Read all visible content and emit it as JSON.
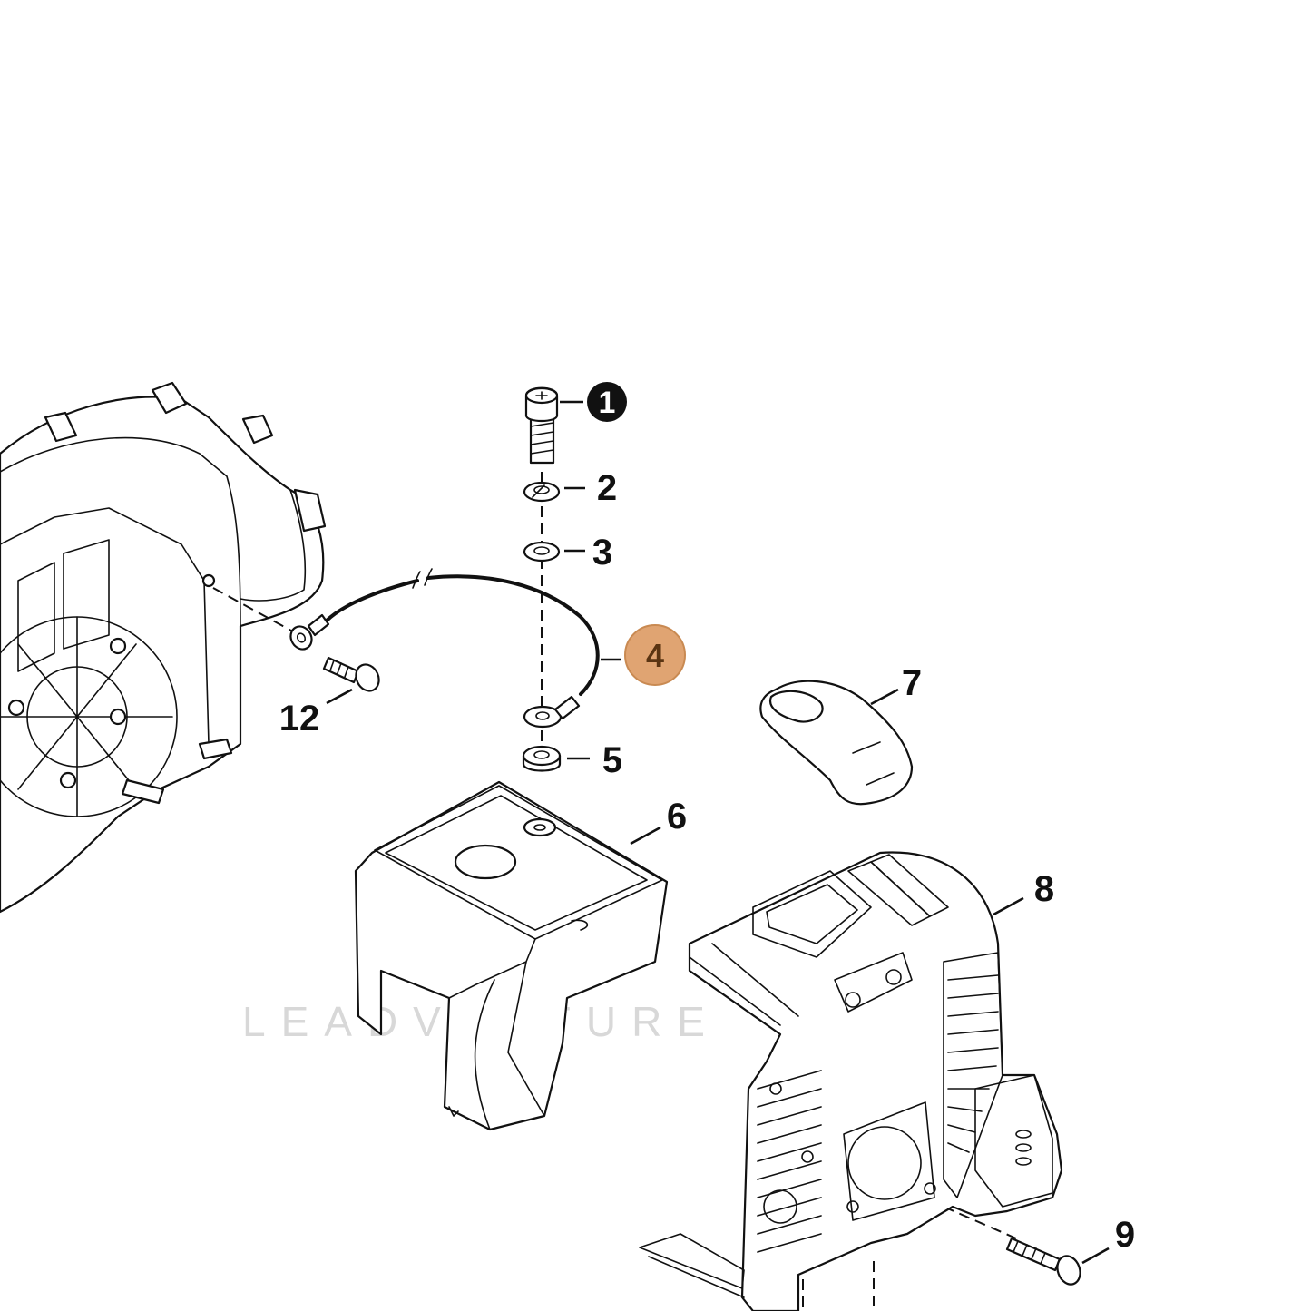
{
  "watermark": "LEADVENTURE",
  "highlight_color": "#e0a472",
  "callouts": {
    "c1": "1",
    "c2": "2",
    "c3": "3",
    "c4": "4",
    "c5": "5",
    "c6": "6",
    "c7": "7",
    "c8": "8",
    "c9": "9",
    "c12": "12"
  },
  "parts": [
    {
      "number": "1",
      "kind": "screw",
      "badge": "filled-black"
    },
    {
      "number": "2",
      "kind": "spring-washer"
    },
    {
      "number": "3",
      "kind": "washer"
    },
    {
      "number": "4",
      "kind": "ground-wire",
      "badge": "highlighted"
    },
    {
      "number": "5",
      "kind": "spacer-washer"
    },
    {
      "number": "6",
      "kind": "cover"
    },
    {
      "number": "7",
      "kind": "cap"
    },
    {
      "number": "8",
      "kind": "engine-housing"
    },
    {
      "number": "9",
      "kind": "screw"
    },
    {
      "number": "12",
      "kind": "screw"
    }
  ]
}
